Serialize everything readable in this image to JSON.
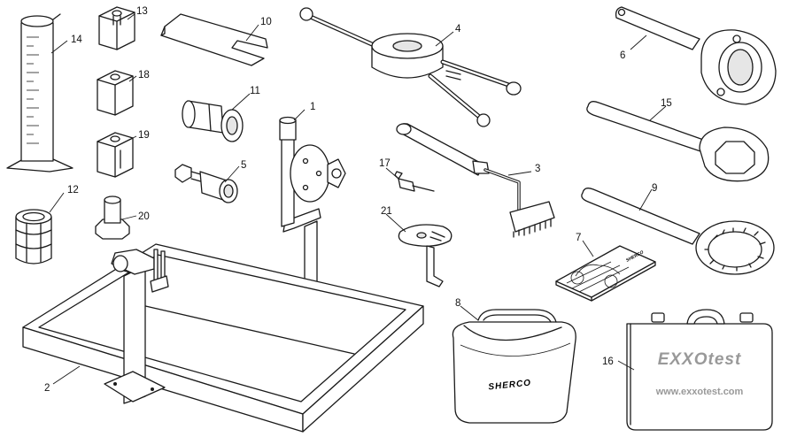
{
  "callouts": {
    "c1": "1",
    "c2": "2",
    "c3": "3",
    "c4": "4",
    "c5": "5",
    "c6": "6",
    "c7": "7",
    "c8": "8",
    "c9": "9",
    "c10": "10",
    "c11": "11",
    "c12": "12",
    "c13": "13",
    "c14": "14",
    "c15": "15",
    "c16": "16",
    "c17": "17",
    "c18": "18",
    "c19": "19",
    "c20": "20",
    "c21": "21"
  },
  "bag": {
    "logo": "SHERCO"
  },
  "case": {
    "logo": "EXXOtest",
    "url": "www.exxotest.com"
  },
  "manual": {
    "logo": "SHERCO"
  }
}
